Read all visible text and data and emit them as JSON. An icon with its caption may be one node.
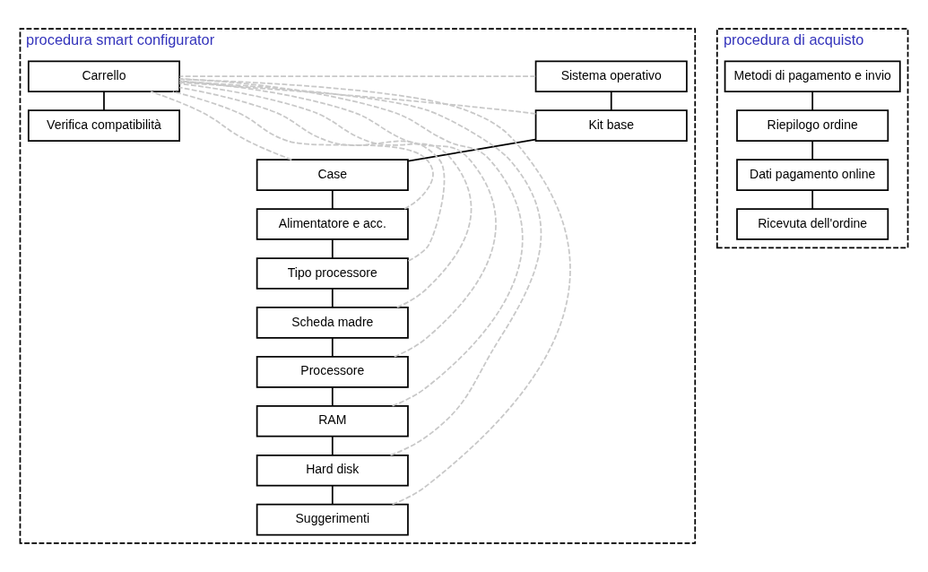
{
  "diagram": {
    "nodes": [
      {
        "text": [
          "procedura smart configurator"
        ]
      },
      {
        "text": [
          "Sistema operativo"
        ],
        "in": 0
      },
      {
        "text": [
          "Kit base"
        ],
        "in": 0
      },
      {
        "text": [
          "Case"
        ],
        "in": 0
      },
      {
        "text": [
          "Alimentatore e acc."
        ],
        "in": 0
      },
      {
        "text": [
          "Tipo processore"
        ],
        "in": 0
      },
      {
        "text": [
          "Scheda madre"
        ],
        "in": 0
      },
      {
        "text": [
          "Processore"
        ],
        "in": 0
      },
      {
        "text": [
          "RAM"
        ],
        "in": 0
      },
      {
        "text": [
          "Hard disk"
        ],
        "in": 0
      },
      {
        "text": [
          "Suggerimenti"
        ],
        "in": 0
      },
      {
        "text": [
          "Carrello"
        ],
        "in": 0
      },
      {
        "text": [
          "Verifica compatibilità"
        ],
        "in": 0
      },
      {
        "text": [
          "procedura di acquisto"
        ]
      },
      {
        "text": [
          "Metodi di pagamento e invio"
        ],
        "in": 13
      },
      {
        "text": [
          "Riepilogo ordine"
        ],
        "in": 13
      },
      {
        "text": [
          "Dati pagamento online"
        ],
        "in": 13
      },
      {
        "text": [
          "Ricevuta dell'ordine"
        ],
        "in": 13
      }
    ],
    "edges": [
      {
        "from": 1,
        "to": 2,
        "arrow": "none"
      },
      {
        "from": 2,
        "to": 3,
        "arrow": "none"
      },
      {
        "from": 3,
        "to": 4,
        "arrow": "none"
      },
      {
        "from": 4,
        "to": 5,
        "arrow": "none"
      },
      {
        "from": 5,
        "to": 6,
        "arrow": "none"
      },
      {
        "from": 6,
        "to": 7,
        "arrow": "none"
      },
      {
        "from": 7,
        "to": 8,
        "arrow": "none"
      },
      {
        "from": 8,
        "to": 9,
        "arrow": "none"
      },
      {
        "from": 9,
        "to": 10,
        "arrow": "none"
      },
      {
        "from": 1,
        "to": 11,
        "arrow": "none",
        "style": "dashed",
        "color": "#c8c8c8"
      },
      {
        "from": 2,
        "to": 11,
        "arrow": "none",
        "style": "dashed",
        "color": "#c8c8c8"
      },
      {
        "from": 3,
        "to": 11,
        "arrow": "none",
        "style": "dashed",
        "color": "#c8c8c8"
      },
      {
        "from": 4,
        "to": 11,
        "arrow": "none",
        "style": "dashed",
        "color": "#c8c8c8"
      },
      {
        "from": 5,
        "to": 11,
        "arrow": "none",
        "style": "dashed",
        "color": "#c8c8c8"
      },
      {
        "from": 6,
        "to": 11,
        "arrow": "none",
        "style": "dashed",
        "color": "#c8c8c8"
      },
      {
        "from": 7,
        "to": 11,
        "arrow": "none",
        "style": "dashed",
        "color": "#c8c8c8"
      },
      {
        "from": 8,
        "to": 11,
        "arrow": "none",
        "style": "dashed",
        "color": "#c8c8c8"
      },
      {
        "from": 9,
        "to": 11,
        "arrow": "none",
        "style": "dashed",
        "color": "#c8c8c8"
      },
      {
        "from": 10,
        "to": 11,
        "arrow": "none",
        "style": "dashed",
        "color": "#c8c8c8"
      },
      {
        "from": 11,
        "to": 12,
        "arrow": "none"
      },
      {
        "from": 14,
        "to": 15,
        "arrow": "none"
      },
      {
        "from": 15,
        "to": 16,
        "arrow": "none"
      },
      {
        "from": 16,
        "to": 17,
        "arrow": "none"
      }
    ]
  }
}
